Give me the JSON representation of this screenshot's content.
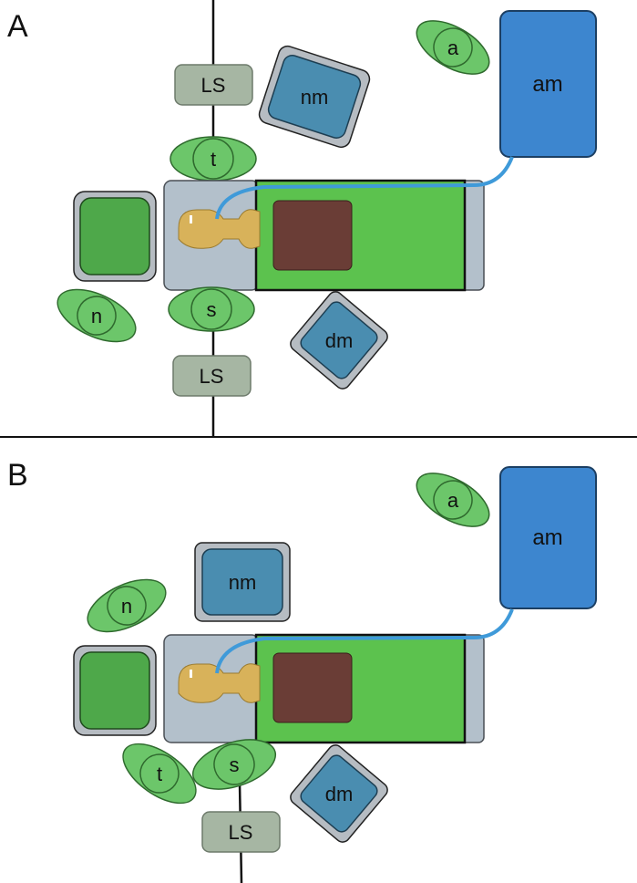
{
  "panels": [
    {
      "letter": "A",
      "labels": {
        "anesthesia_staff": "a",
        "anesthesia_machine": "am",
        "nursing_monitor": "nm",
        "nurse": "n",
        "technician": "t",
        "surgeon": "s",
        "display_monitor": "dm",
        "light_source_top": "LS",
        "light_source_bottom": "LS"
      }
    },
    {
      "letter": "B",
      "labels": {
        "anesthesia_staff": "a",
        "anesthesia_machine": "am",
        "nursing_monitor": "nm",
        "nurse": "n",
        "technician": "t",
        "surgeon": "s",
        "display_monitor": "dm",
        "light_source_bottom": "LS"
      }
    }
  ],
  "colors": {
    "person_fill": "#6cc66a",
    "person_stroke": "#2f6a2e",
    "table_fill": "#5cc24e",
    "table_head_fill": "#b3c0cb",
    "patient_fill": "#d8b25a",
    "drape_fill": "#6a3d36",
    "monitor_fill": "#4a8db0",
    "machine_fill": "#3d86cf",
    "light_source_fill": "#a6b6a3",
    "cart_fill": "#4ea84a",
    "line_blue": "#3f9ad9"
  }
}
